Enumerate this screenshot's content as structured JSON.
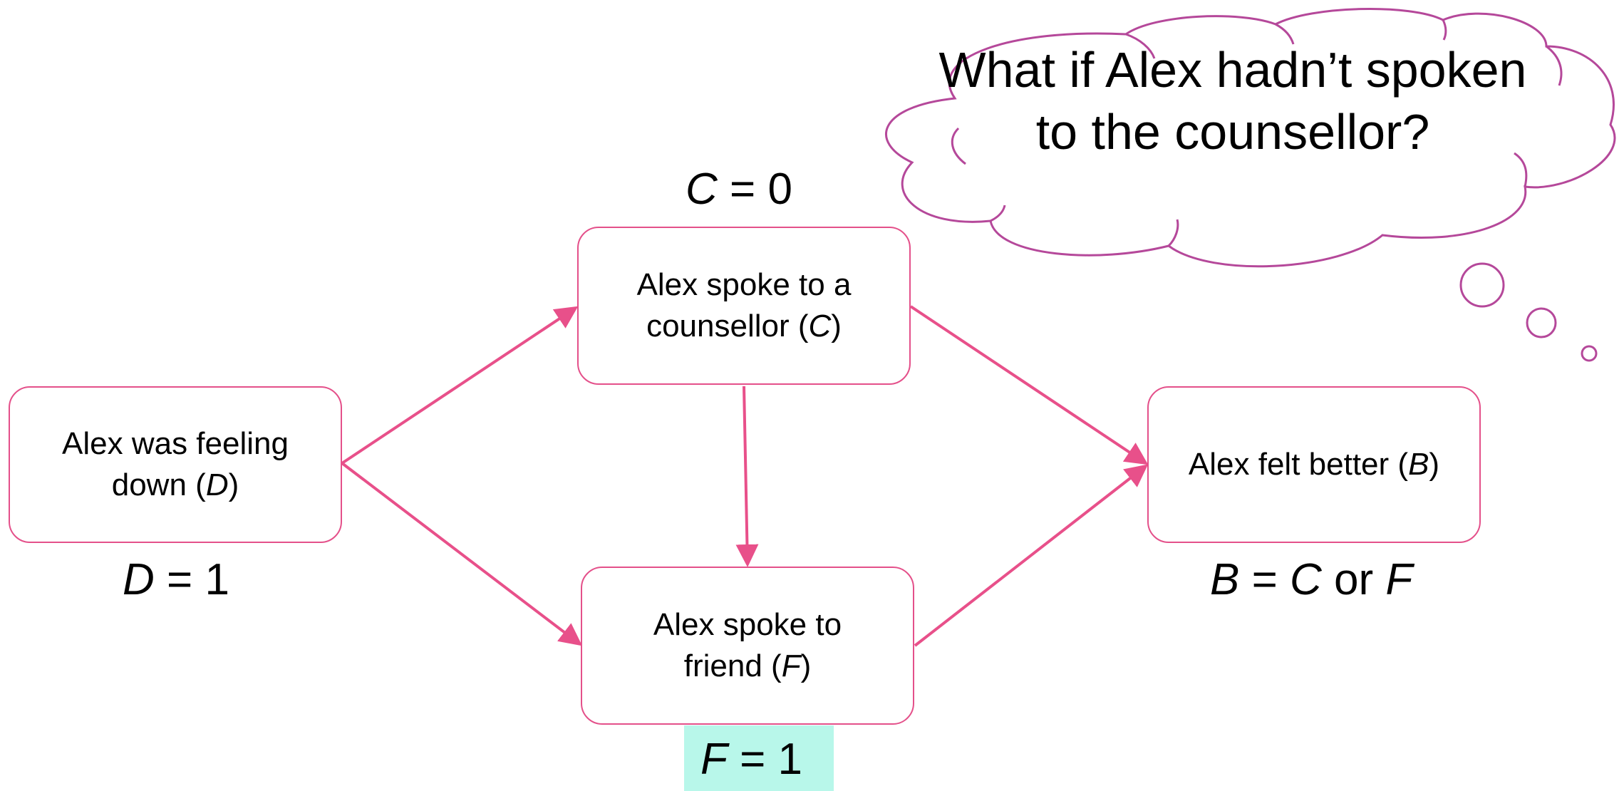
{
  "nodes": {
    "d": {
      "pre": "Alex was feeling down (",
      "var": "D",
      "post": ")"
    },
    "c": {
      "pre": "Alex spoke to a counsellor (",
      "var": "C",
      "post": ")"
    },
    "f": {
      "pre": "Alex spoke to friend (",
      "var": "F",
      "post": ")"
    },
    "b": {
      "pre": "Alex felt better (",
      "var": "B",
      "post": ")"
    }
  },
  "equations": {
    "c": {
      "var": "C",
      "rest": " = 0"
    },
    "d": {
      "var": "D",
      "rest": " = 1"
    },
    "f": {
      "var": "F",
      "rest": " = 1"
    },
    "b": {
      "v1": "B",
      "eq": " = ",
      "v2": "C",
      "or": " or ",
      "v3": "F"
    }
  },
  "thought_bubble": {
    "text": "What if Alex hadn’t spoken to the counsellor?"
  },
  "edges": [
    {
      "from": "D",
      "to": "C"
    },
    {
      "from": "D",
      "to": "F"
    },
    {
      "from": "C",
      "to": "F"
    },
    {
      "from": "C",
      "to": "B"
    },
    {
      "from": "F",
      "to": "B"
    }
  ],
  "colors": {
    "edge": "#e8508a",
    "node_border": "#e4508a",
    "cloud": "#b5489a",
    "highlight": "#b8f7ea"
  }
}
